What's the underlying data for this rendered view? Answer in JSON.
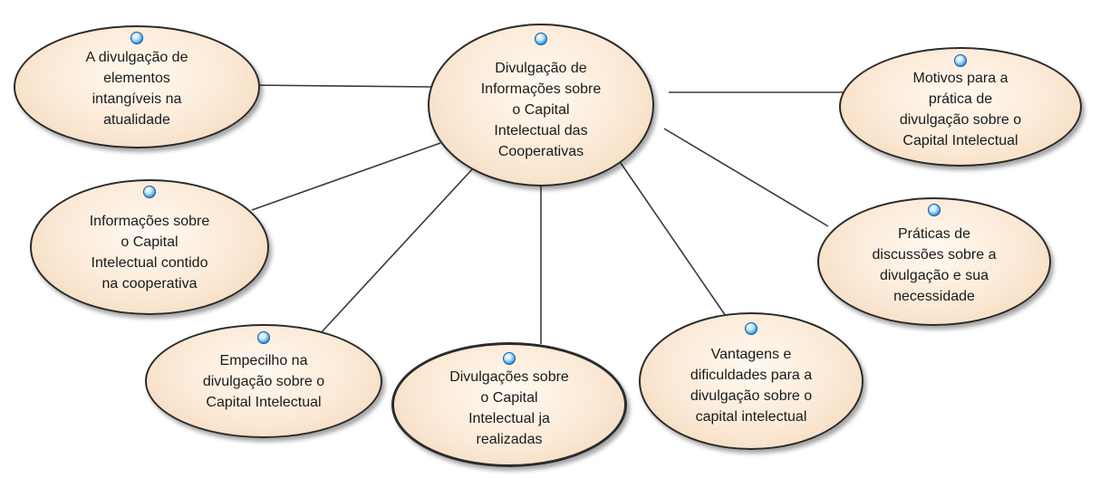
{
  "diagram": {
    "center": {
      "label": "Divulgação de\nInformações sobre\no Capital\nIntelectual das\nCooperativas"
    },
    "nodes": [
      {
        "id": "n1",
        "label": "A divulgação de\nelementos\nintangíveis na\natualidade"
      },
      {
        "id": "n2",
        "label": "Informações sobre\no Capital\nIntelectual contido\nna cooperativa"
      },
      {
        "id": "n3",
        "label": "Empecilho na\ndivulgação sobre o\nCapital Intelectual"
      },
      {
        "id": "n4",
        "label": "Divulgações sobre\no Capital\nIntelectual ja\nrealizadas"
      },
      {
        "id": "n5",
        "label": "Vantagens e\ndificuldades para a\ndivulgação sobre o\ncapital intelectual"
      },
      {
        "id": "n6",
        "label": "Práticas de\ndiscussões sobre a\ndivulgação e sua\nnecessidade"
      },
      {
        "id": "n7",
        "label": "Motivos para a\nprática de\ndivulgação sobre o\nCapital Intelectual"
      }
    ],
    "icon": "topic-bubble-icon",
    "colors": {
      "node_fill": "#fbe9d6",
      "node_border": "#2b2b2b",
      "icon_blue": "#2a8fe0",
      "line": "#3a3a3a"
    }
  }
}
